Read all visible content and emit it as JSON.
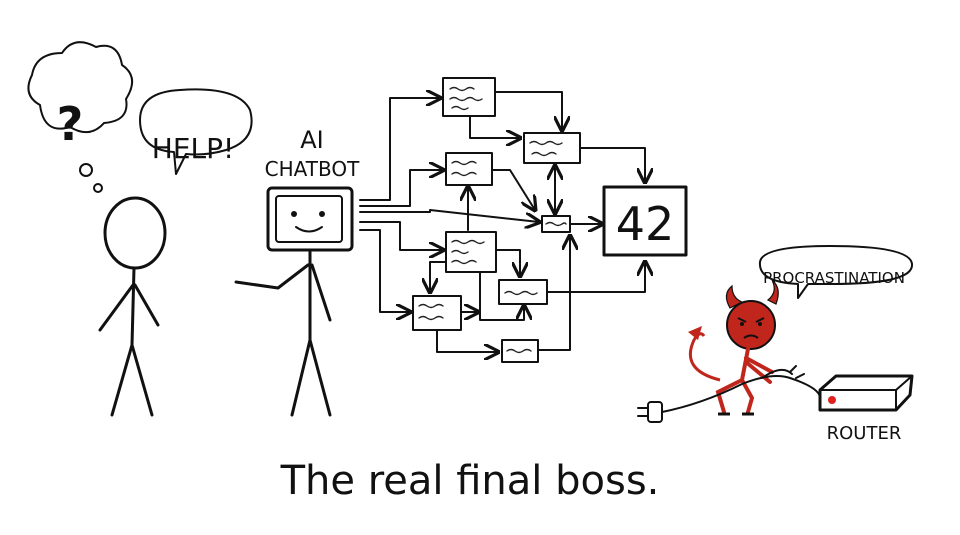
{
  "thought_bubble": {
    "text": "?"
  },
  "speech_help": {
    "text": "HELP!"
  },
  "chatbot_label": {
    "line1": "AI",
    "line2": "CHATBOT"
  },
  "answer_box": {
    "text": "42"
  },
  "speech_procrastination": {
    "text": "PROCRASTINATION"
  },
  "router_label": {
    "text": "ROUTER"
  },
  "caption": {
    "text": "The real final boss."
  },
  "colors": {
    "devil_red": "#c0261c",
    "router_led": "#e02020",
    "ink": "#111111"
  }
}
